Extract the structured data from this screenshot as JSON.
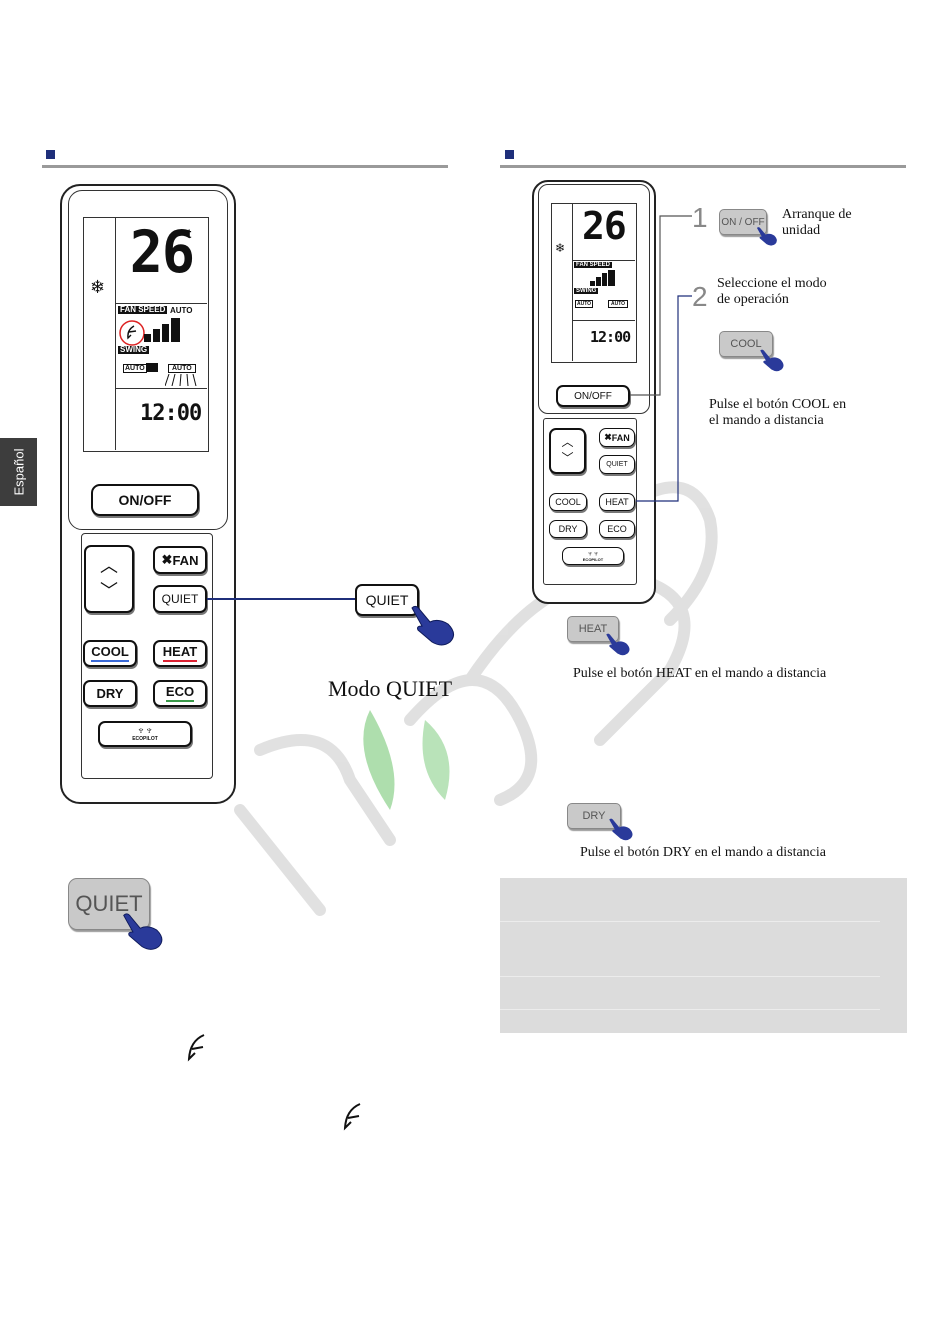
{
  "side_tab": {
    "label": "Español"
  },
  "left_remote": {
    "temperature": "26",
    "temp_unit": "t",
    "fan_speed_label": "FAN SPEED",
    "fan_auto_label": "AUTO",
    "swing_label": "SWING",
    "swing_auto_1": "AUTO",
    "swing_auto_2": "AUTO",
    "clock": "12:00",
    "buttons": {
      "onoff": "ON/OFF",
      "fan": "FAN",
      "quiet": "QUIET",
      "cool": "COOL",
      "heat": "HEAT",
      "dry": "DRY",
      "eco": "ECO",
      "ecopilot": "ECOPILOT"
    }
  },
  "quiet_callout": {
    "button": "QUIET",
    "caption": "Modo QUIET"
  },
  "quiet_large_button": "QUIET",
  "right_remote": {
    "temperature": "26",
    "fan_speed_label": "FAN SPEED",
    "swing_label": "SWING",
    "swing_auto_1": "AUTO",
    "swing_auto_2": "AUTO",
    "clock": "12:00",
    "buttons": {
      "onoff": "ON/OFF",
      "fan": "FAN",
      "quiet": "QUIET",
      "cool": "COOL",
      "heat": "HEAT",
      "dry": "DRY",
      "eco": "ECO",
      "ecopilot": "ECOPILOT"
    }
  },
  "steps": [
    {
      "number": "1",
      "button": "ON / OFF",
      "text_line1": "Arranque de",
      "text_line2": "unidad"
    },
    {
      "number": "2",
      "text_line1": "Seleccione el modo",
      "text_line2": "de operación"
    }
  ],
  "cool_step": {
    "button": "COOL",
    "line1": "Pulse el botón COOL en",
    "line2": "el mando a distancia"
  },
  "heat_step": {
    "button": "HEAT",
    "text": "Pulse el botón HEAT en el mando a distancia"
  },
  "dry_step": {
    "button": "DRY",
    "text": "Pulse el botón DRY en el mando a distancia"
  },
  "colors": {
    "accent": "#1f2f7a",
    "hand": "#2a3a9a",
    "watermark_green": "#7cc47a"
  }
}
